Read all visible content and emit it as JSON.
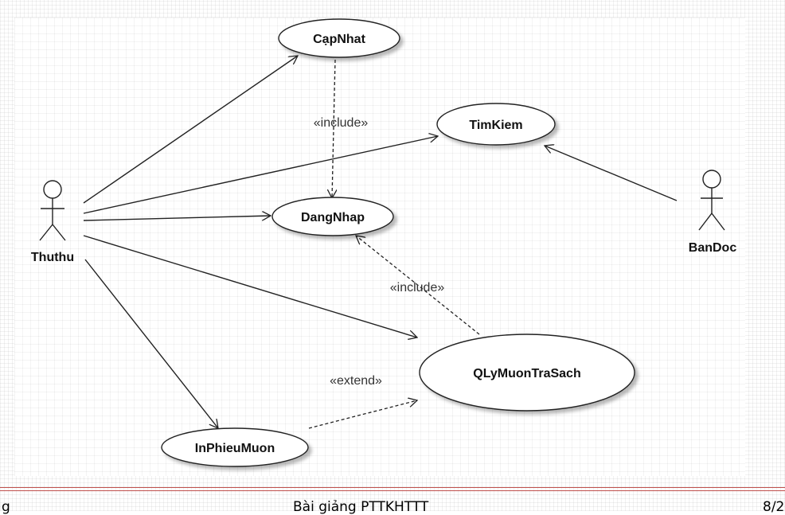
{
  "diagram": {
    "actors": {
      "thuthu": "Thuthu",
      "bandoc": "BanDoc"
    },
    "use_cases": {
      "capnhat": "CạpNhat",
      "timkiem": "TimKiem",
      "dangnhap": "DangNhap",
      "qlymuontrasach": "QLyMuonTraSach",
      "inphieumuon": "InPhieuMuon"
    },
    "stereotypes": {
      "include_1": "«include»",
      "include_2": "«include»",
      "extend": "«extend»"
    }
  },
  "footer": {
    "left": "g",
    "center": "Bài giảng PTTKHTTT",
    "right": "8/2"
  }
}
